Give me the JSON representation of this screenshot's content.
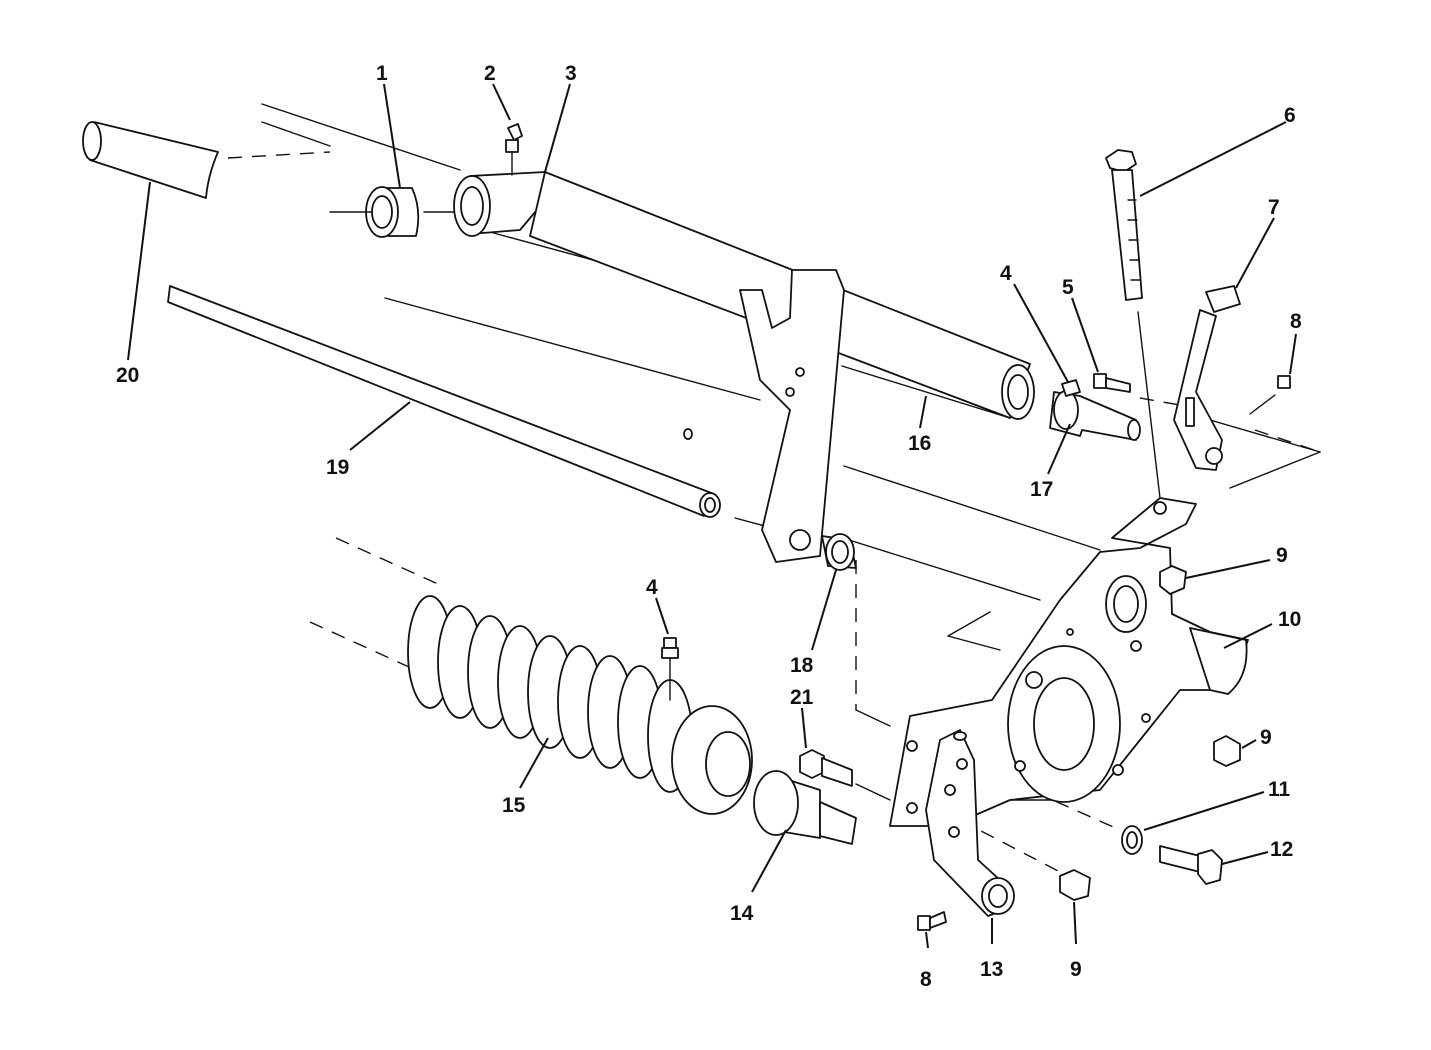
{
  "diagram": {
    "callouts": [
      {
        "id": "c1",
        "text": "1"
      },
      {
        "id": "c2",
        "text": "2"
      },
      {
        "id": "c3",
        "text": "3"
      },
      {
        "id": "c4a",
        "text": "4"
      },
      {
        "id": "c5",
        "text": "5"
      },
      {
        "id": "c6",
        "text": "6"
      },
      {
        "id": "c7",
        "text": "7"
      },
      {
        "id": "c8a",
        "text": "8"
      },
      {
        "id": "c9a",
        "text": "9"
      },
      {
        "id": "c10",
        "text": "10"
      },
      {
        "id": "c9b",
        "text": "9"
      },
      {
        "id": "c11",
        "text": "11"
      },
      {
        "id": "c12",
        "text": "12"
      },
      {
        "id": "c9c",
        "text": "9"
      },
      {
        "id": "c13",
        "text": "13"
      },
      {
        "id": "c8b",
        "text": "8"
      },
      {
        "id": "c14",
        "text": "14"
      },
      {
        "id": "c15",
        "text": "15"
      },
      {
        "id": "c4b",
        "text": "4"
      },
      {
        "id": "c18",
        "text": "18"
      },
      {
        "id": "c21",
        "text": "21"
      },
      {
        "id": "c16",
        "text": "16"
      },
      {
        "id": "c17",
        "text": "17"
      },
      {
        "id": "c19",
        "text": "19"
      },
      {
        "id": "c20",
        "text": "20"
      }
    ]
  }
}
